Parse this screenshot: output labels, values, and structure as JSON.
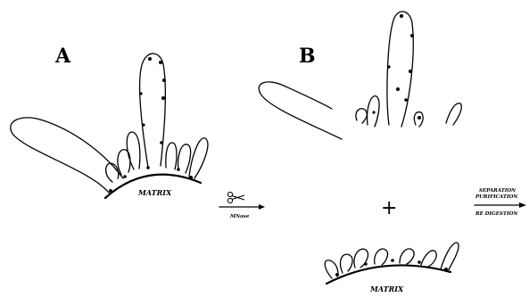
{
  "panels": {
    "a_label": "A",
    "b_label": "B"
  },
  "matrix_left_label": "MATRIX",
  "matrix_bottom_label": "MATRIX",
  "step1": {
    "icon": "scissors-icon",
    "label": "MNase"
  },
  "plus_sign": "+",
  "step2": {
    "line1": "SEPARATION",
    "line2": "PURIFICATION",
    "line3": "RE DIGESTION"
  },
  "colors": {
    "ink": "#000000",
    "background": "#ffffff"
  }
}
